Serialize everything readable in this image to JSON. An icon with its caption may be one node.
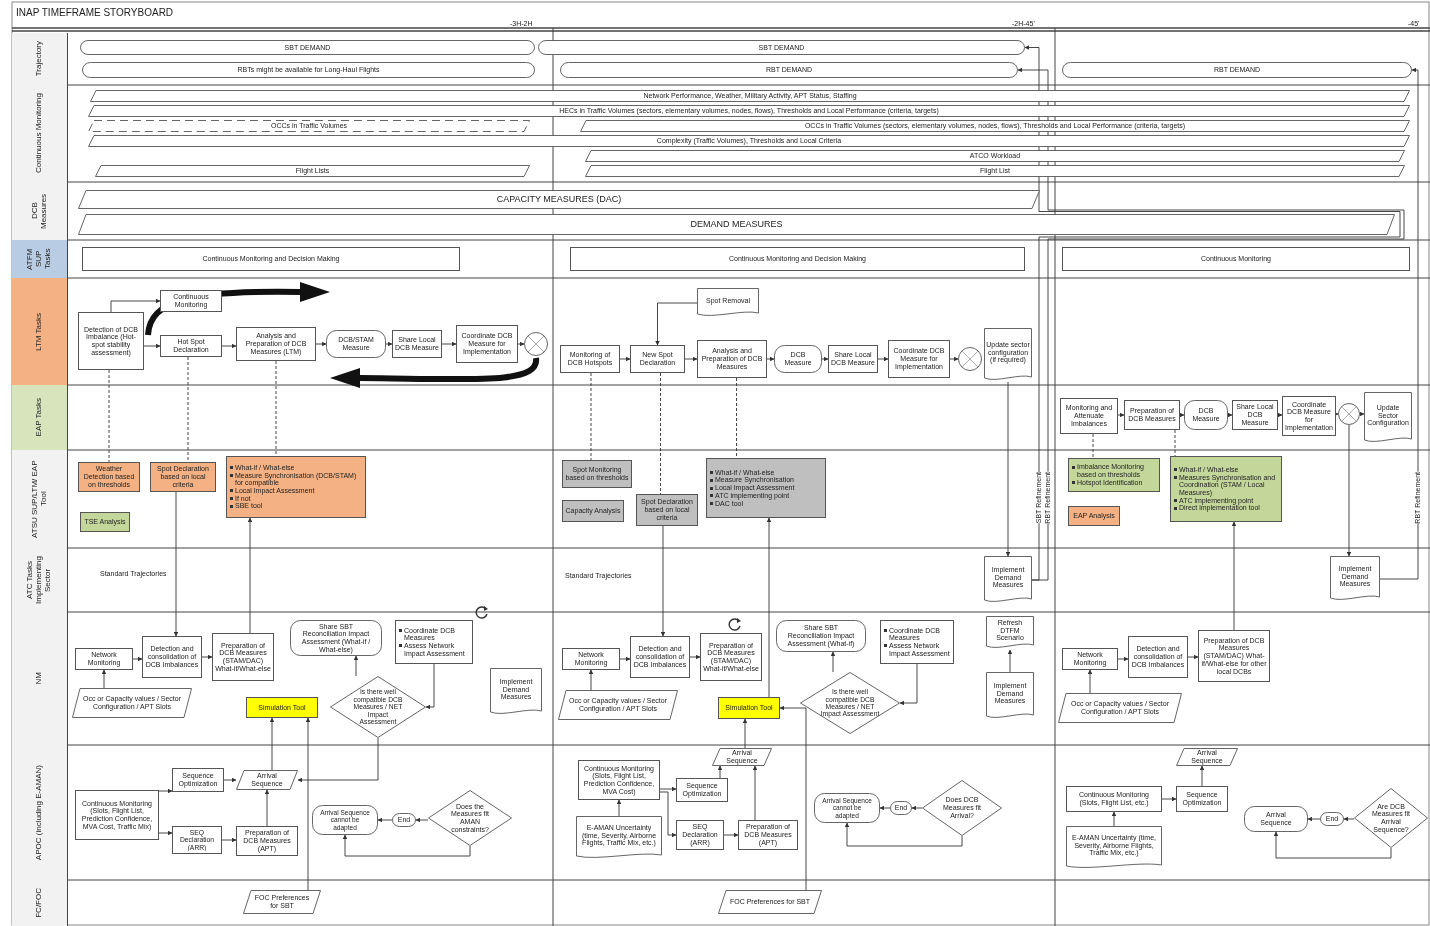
{
  "diagram": {
    "title": "INAP TIMEFRAME STORYBOARD",
    "nodes": [
      {
        "text": [
          "Trajectory"
        ]
      },
      {
        "text": [
          "Continuous Monitoring"
        ]
      },
      {
        "text": [
          "DCB Measures"
        ]
      },
      {
        "text": [
          "ATFM SUP Tasks"
        ]
      },
      {
        "text": [
          "LTM Tasks"
        ]
      },
      {
        "text": [
          "EAP Tasks"
        ]
      },
      {
        "text": [
          "ATSU SUP/LTM/ EAP Tool"
        ]
      },
      {
        "text": [
          "ATC Tasks Implementing Sector"
        ]
      },
      {
        "text": [
          "NM"
        ]
      },
      {
        "text": [
          "APOC (including E-AMAN)"
        ]
      },
      {
        "text": [
          "FC/FOC"
        ]
      },
      {
        "text": [
          "SBT DEMAND"
        ]
      },
      {
        "text": [
          "SBT DEMAND"
        ]
      },
      {
        "text": [
          "RBTs might be available for Long-Haul Flights"
        ]
      },
      {
        "text": [
          "RBT DEMAND"
        ]
      },
      {
        "text": [
          "RBT DEMAND"
        ]
      },
      {
        "text": [
          "Network Performance, Weather, Military Activity, APT Status, Staffing"
        ]
      },
      {
        "text": [
          "HECs in Traffic Volumes (sectors, elementary volumes, nodes, flows), Thresholds and Local Performance (criteria, targets)"
        ]
      },
      {
        "text": [
          "OCCs in Traffic Volumes"
        ]
      },
      {
        "text": [
          "OCCs in Traffic Volumes (sectors, elementary volumes, nodes, flows), Thresholds and Local Performance (criteria, targets)"
        ]
      },
      {
        "text": [
          "Complexity (Traffic Volumes), Thresholds and Local Criteria"
        ]
      },
      {
        "text": [
          "ATCO Workload"
        ]
      },
      {
        "text": [
          "Flight Lists"
        ]
      },
      {
        "text": [
          "Flight List"
        ]
      },
      {
        "text": [
          "CAPACITY MEASURES (DAC)"
        ]
      },
      {
        "text": [
          "DEMAND MEASURES"
        ]
      },
      {
        "text": [
          "Continuous Monitoring and Decision Making"
        ]
      },
      {
        "text": [
          "Continuous Monitoring and Decision Making"
        ]
      },
      {
        "text": [
          "Continuous Monitoring"
        ]
      },
      {
        "text": [
          "Detection of DCB Imbalance (Hot-spot stability assessment)"
        ]
      },
      {
        "text": [
          "Continuous Monitoring"
        ]
      },
      {
        "text": [
          "Hot Spot Declaration"
        ]
      },
      {
        "text": [
          "Analysis and Preparation of DCB Measures (LTM)"
        ]
      },
      {
        "text": [
          "DCB/STAM Measure"
        ]
      },
      {
        "text": [
          "Share Local DCB Measure"
        ]
      },
      {
        "text": [
          "Coordinate DCB Measure for Implementation"
        ]
      },
      {
        "text": [],
        "shape": "circle"
      },
      {
        "text": [
          "Spot Removal"
        ]
      },
      {
        "text": [
          "Monitoring of DCB Hotspots"
        ]
      },
      {
        "text": [
          "New Spot Declaration"
        ]
      },
      {
        "text": [
          "Analysis and Preparation of DCB Measures"
        ]
      },
      {
        "text": [
          "DCB Measure"
        ]
      },
      {
        "text": [
          "Share Local DCB Measure"
        ]
      },
      {
        "text": [
          "Coordinate DCB Measure for Implementation"
        ]
      },
      {
        "text": [],
        "shape": "circle"
      },
      {
        "text": [
          "Update sector configuration (if required)"
        ]
      },
      {
        "text": [
          "Monitoring and Attenuate Imbalances"
        ]
      },
      {
        "text": [
          "Preparation of DCB Measures"
        ]
      },
      {
        "text": [
          "DCB Measure"
        ]
      },
      {
        "text": [
          "Share Local DCB Measure"
        ]
      },
      {
        "text": [
          "Coordinate DCB Measure for Implementation"
        ]
      },
      {
        "text": [],
        "shape": "circle"
      },
      {
        "text": [
          "Update Sector Configuration"
        ]
      },
      {
        "text": [
          "Weather Detection based on thresholds"
        ]
      },
      {
        "text": [
          "Spot Declaration based on local criteria"
        ]
      },
      {
        "text": [
          "What-if / What-else",
          "Measure Synchronisation (DCB/STAM) for compatible",
          "Local Impact Assessment",
          "If not",
          "SBE tool"
        ]
      },
      {
        "text": [
          "TSE Analysis"
        ]
      },
      {
        "text": [
          "Spot Monitoring based on thresholds"
        ]
      },
      {
        "text": [
          "Capacity Analysis"
        ]
      },
      {
        "text": [
          "Spot Declaration based on local criteria"
        ]
      },
      {
        "text": [
          "What-if / What-else",
          "Measure Synchronisation",
          "Local Impact Assessment",
          "ATC implementing point",
          "DAC tool"
        ]
      },
      {
        "text": [
          "Imbalance Monitoring based on thresholds",
          "Hotspot Identification"
        ]
      },
      {
        "text": [
          "EAP Analysis"
        ]
      },
      {
        "text": [
          "What-if / What-else",
          "Measures Synchronisation and Coordination (STAM / Local Measures)",
          "ATC implementing point",
          "Direct implementation tool"
        ]
      },
      {
        "text": [
          "Implement Demand Measures"
        ]
      },
      {
        "text": [
          "Implement Demand Measures"
        ]
      },
      {
        "text": [
          "Network Monitoring"
        ]
      },
      {
        "text": [
          "Detection and consolidation of DCB Imbalances"
        ]
      },
      {
        "text": [
          "Preparation of DCB Measures (STAM/DAC) What-if/What-else"
        ]
      },
      {
        "text": [
          "Share SBT Reconciliation Impact Assessment (What-if / What-else)"
        ]
      },
      {
        "text": [
          "Coordinate DCB Measures",
          "Assess Network Impact Assessment"
        ]
      },
      {
        "text": [
          "Occ or Capacity values / Sector Configuration / APT Slots"
        ]
      },
      {
        "text": [
          "Simulation Tool"
        ]
      },
      {
        "text": [
          "Is there well compatible DCB Measures / NET Impact Assessment"
        ]
      },
      {
        "text": [
          "Implement Demand Measures"
        ]
      },
      {
        "text": [
          "Network Monitoring"
        ]
      },
      {
        "text": [
          "Detection and consolidation of DCB Imbalances"
        ]
      },
      {
        "text": [
          "Preparation of DCB Measures (STAM/DAC) What-if/What-else"
        ]
      },
      {
        "text": [
          "Share SBT Reconciliation Impact Assessment (What-if)"
        ]
      },
      {
        "text": [
          "Coordinate DCB Measures",
          "Assess Network Impact Assessment"
        ]
      },
      {
        "text": [
          "Refresh DTFM Scenario"
        ]
      },
      {
        "text": [
          "Occ or Capacity values / Sector Configuration / APT Slots"
        ]
      },
      {
        "text": [
          "Simulation Tool"
        ]
      },
      {
        "text": [
          "Is there well compatible DCB Measures / NET Impact Assessment"
        ]
      },
      {
        "text": [
          "Implement Demand Measures"
        ]
      },
      {
        "text": [
          "Network Monitoring"
        ]
      },
      {
        "text": [
          "Detection and consolidation of DCB Imbalances"
        ]
      },
      {
        "text": [
          "Preparation of DCB Measures (STAM/DAC) What-if/What-else for other local DCBs"
        ]
      },
      {
        "text": [
          "Occ or Capacity values / Sector Configuration / APT Slots"
        ]
      },
      {
        "text": [
          "Sequence Optimization"
        ]
      },
      {
        "text": [
          "Arrival Sequence"
        ]
      },
      {
        "text": [
          "Continuous Monitoring (Slots, Flight List, Prediction Confidence, MVA Cost, Traffic Mix)"
        ]
      },
      {
        "text": [
          "Arrival Sequence cannot be adapted"
        ]
      },
      {
        "text": [
          "End"
        ]
      },
      {
        "text": [
          "Does the Measures fit AMAN constraints?"
        ]
      },
      {
        "text": [
          "SEQ Declaration (ARR)"
        ]
      },
      {
        "text": [
          "Preparation of DCB Measures (APT)"
        ]
      },
      {
        "text": [
          "Arrival Sequence"
        ]
      },
      {
        "text": [
          "Continuous Monitoring (Slots, Flight List, Prediction Confidence, MVA Cost)"
        ]
      },
      {
        "text": [
          "Sequence Optimization"
        ]
      },
      {
        "text": [
          "Arrival Sequence cannot be adapted"
        ]
      },
      {
        "text": [
          "End"
        ]
      },
      {
        "text": [
          "Does DCB Measures fit Arrival?"
        ]
      },
      {
        "text": [
          "E-AMAN Uncertainty (time, Severity, Airborne Flights, Traffic Mix, etc.)"
        ]
      },
      {
        "text": [
          "SEQ Declaration (ARR)"
        ]
      },
      {
        "text": [
          "Preparation of DCB Measures (APT)"
        ]
      },
      {
        "text": [
          "Arrival Sequence"
        ]
      },
      {
        "text": [
          "Continuous Monitoring (Slots, Flight List, etc.)"
        ]
      },
      {
        "text": [
          "Sequence Optimization"
        ]
      },
      {
        "text": [
          "Arrival Sequence"
        ]
      },
      {
        "text": [
          "End"
        ]
      },
      {
        "text": [
          "Are DCB Measures fit Arrival Sequence?"
        ]
      },
      {
        "text": [
          "E-AMAN Uncertainty (time, Severity, Airborne Flights, Traffic Mix, etc.)"
        ]
      },
      {
        "text": [
          "FOC Preferences for SBT"
        ]
      },
      {
        "text": [
          "FOC Preferences for SBT"
        ]
      }
    ],
    "edges": [
      {
        "from": 29,
        "to": 30,
        "arrow": "to"
      },
      {
        "from": 29,
        "to": 31,
        "arrow": "to"
      },
      {
        "from": 31,
        "to": 32,
        "arrow": "to"
      },
      {
        "from": 32,
        "to": 33,
        "arrow": "to"
      },
      {
        "from": 33,
        "to": 34,
        "arrow": "to"
      },
      {
        "from": 34,
        "to": 35,
        "arrow": "to"
      },
      {
        "from": 35,
        "to": 36,
        "arrow": "to"
      },
      {
        "from": 29,
        "to": 53,
        "arrow": "none",
        "style": "dashed"
      },
      {
        "from": 31,
        "to": 54,
        "arrow": "none",
        "style": "dashed"
      },
      {
        "from": 32,
        "to": 55,
        "arrow": "none",
        "style": "dashed"
      },
      {
        "from": 37,
        "to": 39,
        "arrow": "to"
      },
      {
        "from": 38,
        "to": 39,
        "arrow": "to"
      },
      {
        "from": 39,
        "to": 40,
        "arrow": "to"
      },
      {
        "from": 40,
        "to": 41,
        "arrow": "to"
      },
      {
        "from": 41,
        "to": 42,
        "arrow": "to"
      },
      {
        "from": 42,
        "to": 43,
        "arrow": "to"
      },
      {
        "from": 43,
        "to": 44,
        "arrow": "to"
      },
      {
        "from": 38,
        "to": 57,
        "arrow": "none",
        "style": "dashed"
      },
      {
        "from": 39,
        "to": 59,
        "arrow": "none",
        "style": "dashed"
      },
      {
        "from": 40,
        "to": 60,
        "arrow": "none",
        "style": "dashed"
      },
      {
        "from": 46,
        "to": 47,
        "arrow": "to"
      },
      {
        "from": 47,
        "to": 48,
        "arrow": "to"
      },
      {
        "from": 48,
        "to": 49,
        "arrow": "to"
      },
      {
        "from": 49,
        "to": 50,
        "arrow": "to"
      },
      {
        "from": 50,
        "to": 51,
        "arrow": "to"
      },
      {
        "from": 51,
        "to": 52,
        "arrow": "to"
      },
      {
        "from": 46,
        "to": 61,
        "arrow": "none",
        "style": "dashed"
      },
      {
        "from": 47,
        "to": 63,
        "arrow": "none",
        "style": "dashed"
      },
      {
        "from": 54,
        "to": 67,
        "arrow": "to"
      },
      {
        "from": 68,
        "to": 55,
        "arrow": "to"
      },
      {
        "from": 45,
        "to": 64,
        "arrow": "to"
      },
      {
        "from": 64,
        "to": 12,
        "arrow": "to",
        "label": "SBT Refinement"
      },
      {
        "from": 65,
        "to": 15,
        "arrow": "to",
        "label": "RBT Refinement"
      },
      {
        "from": 71,
        "to": 66,
        "arrow": "to"
      },
      {
        "from": 66,
        "to": 67,
        "arrow": "to"
      },
      {
        "from": 67,
        "to": 68,
        "arrow": "to"
      },
      {
        "from": 90,
        "to": 72,
        "arrow": "to"
      },
      {
        "from": 73,
        "to": 69,
        "arrow": "to"
      },
      {
        "from": 70,
        "to": 73,
        "arrow": "to"
      },
      {
        "from": 73,
        "to": 90,
        "arrow": "to"
      },
      {
        "from": 91,
        "to": 89,
        "arrow": "to"
      },
      {
        "from": 91,
        "to": 95,
        "arrow": "to"
      },
      {
        "from": 89,
        "to": 90,
        "arrow": "to"
      },
      {
        "from": 95,
        "to": 96,
        "arrow": "to"
      },
      {
        "from": 96,
        "to": 90,
        "arrow": "to"
      },
      {
        "from": 94,
        "to": 93,
        "arrow": "to"
      },
      {
        "from": 93,
        "to": 92,
        "arrow": "to"
      },
      {
        "from": 94,
        "to": 92,
        "arrow": "to"
      },
      {
        "from": 113,
        "to": 72,
        "arrow": "to"
      },
      {
        "from": 81,
        "to": 75,
        "arrow": "to"
      },
      {
        "from": 75,
        "to": 76,
        "arrow": "to"
      },
      {
        "from": 76,
        "to": 77,
        "arrow": "to"
      },
      {
        "from": 59,
        "to": 76,
        "arrow": "to"
      },
      {
        "from": 82,
        "to": 60,
        "arrow": "to"
      },
      {
        "from": 79,
        "to": 83,
        "arrow": "to"
      },
      {
        "from": 83,
        "to": 78,
        "arrow": "to"
      },
      {
        "from": 84,
        "to": 80,
        "arrow": "to"
      },
      {
        "from": 97,
        "to": 82,
        "arrow": "to"
      },
      {
        "from": 98,
        "to": 99,
        "arrow": "to"
      },
      {
        "from": 98,
        "to": 104,
        "arrow": "to"
      },
      {
        "from": 103,
        "to": 98,
        "arrow": "to"
      },
      {
        "from": 99,
        "to": 97,
        "arrow": "to"
      },
      {
        "from": 104,
        "to": 105,
        "arrow": "to"
      },
      {
        "from": 105,
        "to": 97,
        "arrow": "to"
      },
      {
        "from": 102,
        "to": 101,
        "arrow": "to"
      },
      {
        "from": 101,
        "to": 100,
        "arrow": "to"
      },
      {
        "from": 102,
        "to": 100,
        "arrow": "to"
      },
      {
        "from": 114,
        "to": 82,
        "arrow": "to"
      },
      {
        "from": 88,
        "to": 85,
        "arrow": "to"
      },
      {
        "from": 85,
        "to": 86,
        "arrow": "to"
      },
      {
        "from": 86,
        "to": 87,
        "arrow": "to"
      },
      {
        "from": 87,
        "to": 63,
        "arrow": "to"
      },
      {
        "from": 107,
        "to": 108,
        "arrow": "to"
      },
      {
        "from": 112,
        "to": 107,
        "arrow": "to"
      },
      {
        "from": 108,
        "to": 106,
        "arrow": "to"
      },
      {
        "from": 111,
        "to": 110,
        "arrow": "to"
      },
      {
        "from": 110,
        "to": 109,
        "arrow": "to"
      },
      {
        "from": 111,
        "to": 109,
        "arrow": "to"
      },
      {
        "from": 51,
        "to": 65,
        "arrow": "to"
      },
      {
        "from": 64,
        "to": 14,
        "arrow": "to",
        "label": "RBT Refinement"
      }
    ],
    "labels": [
      "-3H-2H",
      "-2H-45'",
      "-45'",
      "Standard Trajectories",
      "Standard Trajectories"
    ]
  }
}
